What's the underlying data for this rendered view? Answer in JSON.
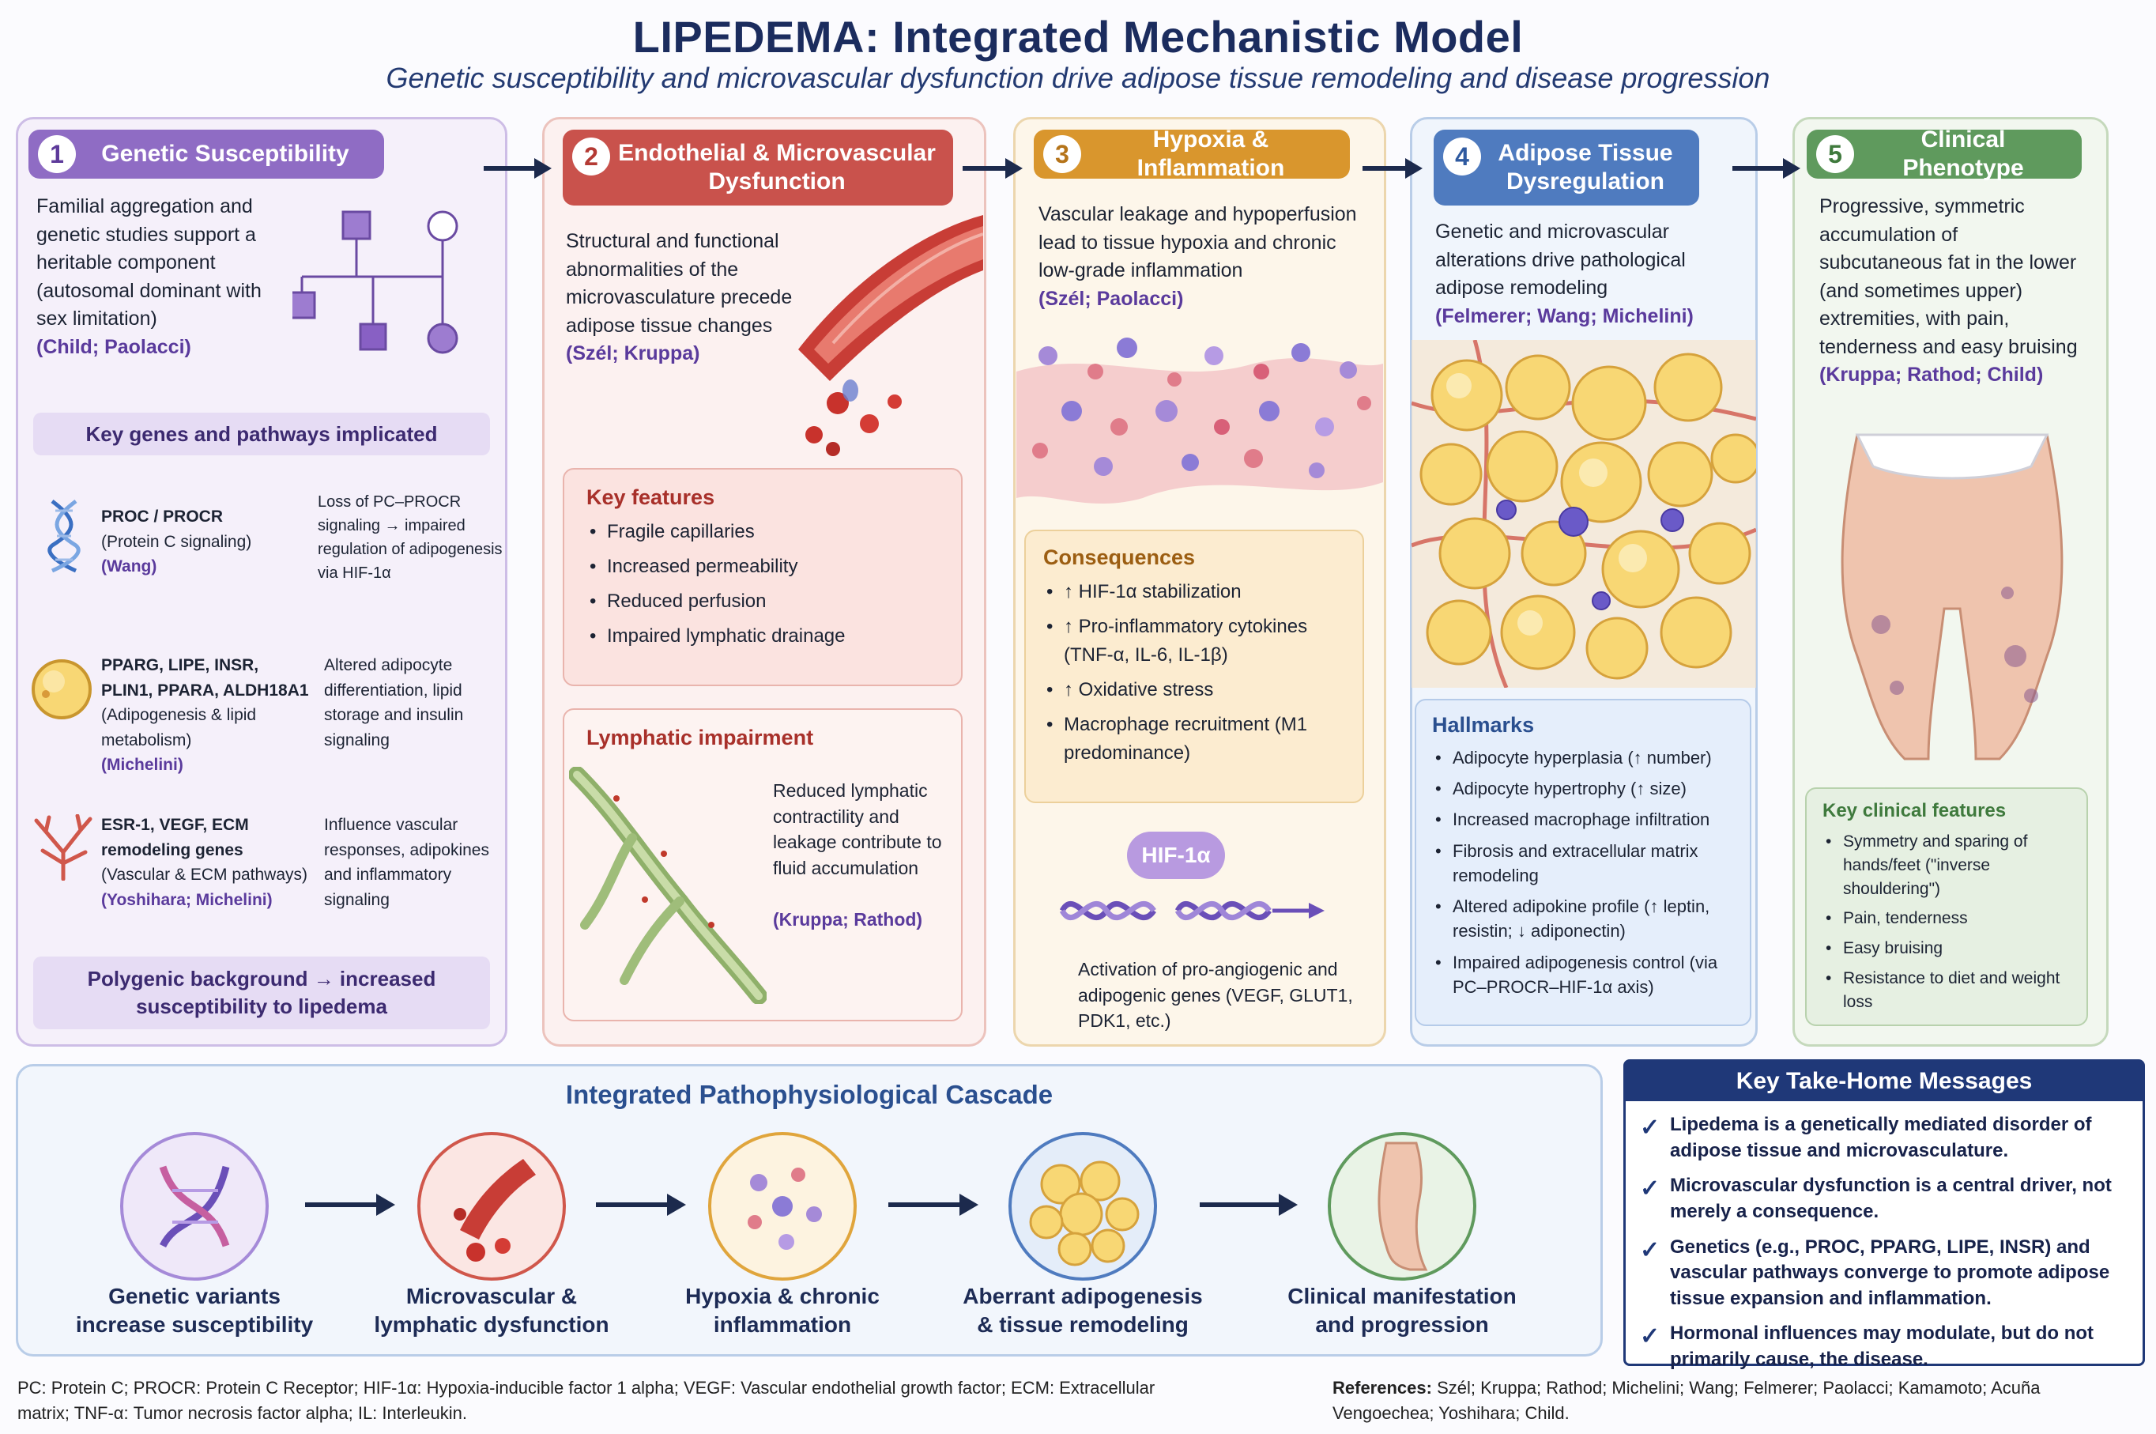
{
  "title": "LIPEDEMA: Integrated Mechanistic Model",
  "subtitle": "Genetic susceptibility and microvascular dysfunction drive adipose tissue remodeling and disease progression",
  "panels": {
    "p1": {
      "num": "1",
      "title": "Genetic Susceptibility",
      "text": "Familial aggregation and genetic studies support a heritable component (autosomal dominant with sex limitation)",
      "cite": "(Child; Paolacci)",
      "genes_header": "Key genes and pathways implicated",
      "genes": [
        {
          "name": "PROC / PROCR",
          "desc": "(Protein C signaling)",
          "cite": "(Wang)",
          "effect": "Loss of PC–PROCR signaling → impaired regulation of adipogenesis via HIF-1α"
        },
        {
          "name": "PPARG, LIPE, INSR, PLIN1, PPARA, ALDH18A1",
          "desc": "(Adipogenesis & lipid metabolism)",
          "cite": "(Michelini)",
          "effect": "Altered adipocyte differentiation, lipid storage and insulin signaling"
        },
        {
          "name": "ESR-1, VEGF, ECM remodeling genes",
          "desc": "(Vascular & ECM pathways)",
          "cite": "(Yoshihara; Michelini)",
          "effect": "Influence vascular responses, adipokines and inflammatory signaling"
        }
      ],
      "footer": "Polygenic background → increased susceptibility to lipedema"
    },
    "p2": {
      "num": "2",
      "title": "Endothelial & Microvascular Dysfunction",
      "text": "Structural and functional abnormalities of the microvasculature precede adipose tissue changes",
      "cite": "(Szél; Kruppa)",
      "features_title": "Key features",
      "features": [
        "Fragile capillaries",
        "Increased permeability",
        "Reduced perfusion",
        "Impaired lymphatic drainage"
      ],
      "lymph_title": "Lymphatic impairment",
      "lymph_text": "Reduced lymphatic contractility and leakage contribute to fluid accumulation",
      "lymph_cite": "(Kruppa; Rathod)"
    },
    "p3": {
      "num": "3",
      "title": "Hypoxia & Inflammation",
      "text": "Vascular leakage and hypoperfusion lead to tissue hypoxia and chronic low-grade inflammation",
      "cite": "(Szél; Paolacci)",
      "cons_title": "Consequences",
      "consequences": [
        "↑ HIF-1α stabilization",
        "↑ Pro-inflammatory cytokines (TNF-α, IL-6, IL-1β)",
        "↑ Oxidative stress",
        "Macrophage recruitment (M1 predominance)"
      ],
      "hif_label": "HIF-1α",
      "activation": "Activation of pro-angiogenic and adipogenic genes (VEGF, GLUT1, PDK1, etc.)"
    },
    "p4": {
      "num": "4",
      "title": "Adipose Tissue Dysregulation",
      "text": "Genetic and microvascular alterations drive pathological adipose remodeling",
      "cite": "(Felmerer; Wang; Michelini)",
      "hall_title": "Hallmarks",
      "hallmarks": [
        "Adipocyte hyperplasia (↑ number)",
        "Adipocyte hypertrophy (↑ size)",
        "Increased macrophage infiltration",
        "Fibrosis and extracellular matrix remodeling",
        "Altered adipokine profile (↑ leptin, resistin; ↓ adiponectin)",
        "Impaired adipogenesis control (via PC–PROCR–HIF-1α axis)"
      ]
    },
    "p5": {
      "num": "5",
      "title": "Clinical Phenotype",
      "text": "Progressive, symmetric accumulation of subcutaneous fat in the lower (and sometimes upper) extremities, with pain, tenderness and easy bruising",
      "cite": "(Kruppa; Rathod; Child)",
      "feat_title": "Key clinical features",
      "features": [
        "Symmetry and sparing of hands/feet (\"inverse shouldering\")",
        "Pain, tenderness",
        "Easy bruising",
        "Resistance to diet and weight loss"
      ]
    }
  },
  "cascade": {
    "title": "Integrated Pathophysiological Cascade",
    "steps": [
      "Genetic variants increase susceptibility",
      "Microvascular & lymphatic dysfunction",
      "Hypoxia & chronic inflammation",
      "Aberrant adipogenesis & tissue remodeling",
      "Clinical manifestation and progression"
    ]
  },
  "takehome": {
    "title": "Key Take-Home Messages",
    "items": [
      "Lipedema is a genetically mediated disorder of adipose tissue and microvasculature.",
      "Microvascular dysfunction is a central driver, not merely a consequence.",
      "Genetics (e.g., PROC, PPARG, LIPE, INSR) and vascular pathways converge to promote adipose tissue expansion and inflammation.",
      "Hormonal influences may modulate, but do not primarily cause, the disease."
    ]
  },
  "footer": {
    "abbr": "PC: Protein C; PROCR: Protein C Receptor; HIF-1α: Hypoxia-inducible factor 1 alpha; VEGF: Vascular endothelial growth factor; ECM: Extracellular matrix; TNF-α: Tumor necrosis factor alpha; IL: Interleukin.",
    "refs_label": "References:",
    "refs": "Szél; Kruppa; Rathod; Michelini; Wang; Felmerer; Paolacci; Kamamoto; Acuña Vengoechea; Yoshihara; Child."
  }
}
